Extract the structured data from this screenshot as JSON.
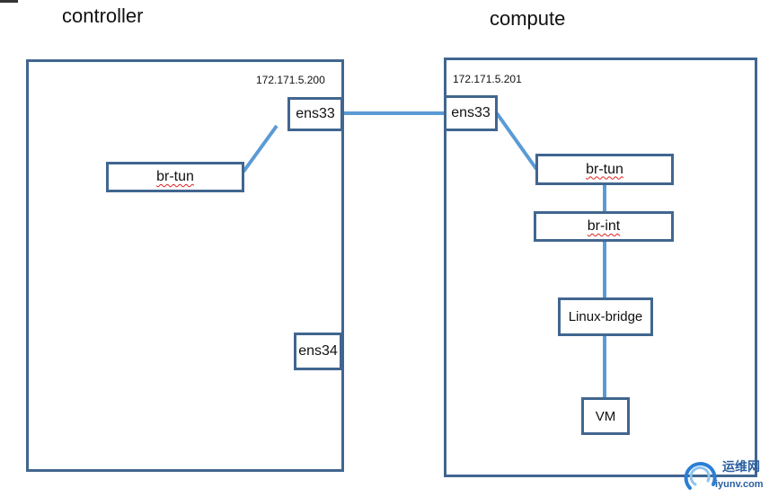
{
  "hosts": {
    "controller": {
      "title": "controller",
      "ip": "172.171.5.200",
      "ens33": "ens33",
      "br_tun": "br-tun",
      "ens34": "ens34"
    },
    "compute": {
      "title": "compute",
      "ip": "172.171.5.201",
      "ens33": "ens33",
      "br_tun": "br-tun",
      "br_int": "br-int",
      "linux_bridge": "Linux-bridge",
      "vm": "VM"
    }
  },
  "colors": {
    "box_border": "#41668f",
    "link": "#5b9bd5"
  },
  "watermark": {
    "text1": "运维网",
    "text2": "iyunv.com"
  }
}
